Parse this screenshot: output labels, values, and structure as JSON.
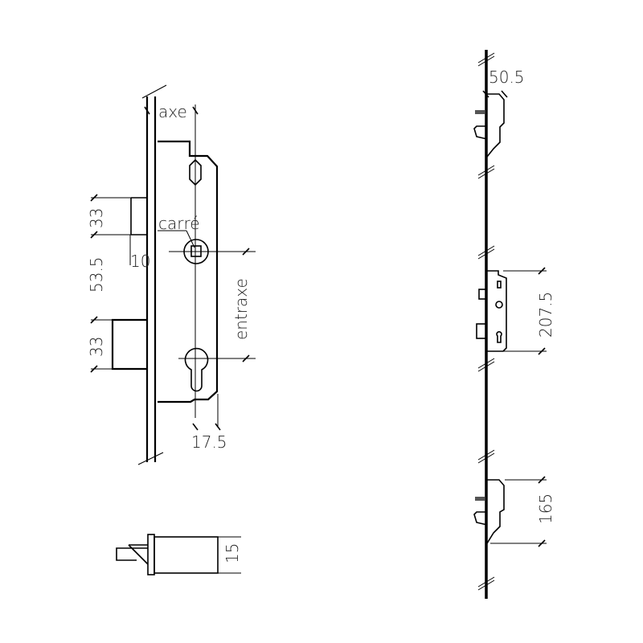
{
  "drawing": {
    "title": "Multipoint lock technical drawing",
    "front_view": {
      "labels": {
        "axe": "axe",
        "carre": "carré",
        "entraxe": "entraxe"
      },
      "dimensions": {
        "latch_height": "33",
        "latch_depth": "10",
        "latch_to_bolt": "53.5",
        "bolt_height": "33",
        "backset_offset": "17.5"
      }
    },
    "bolt_detail": {
      "dimensions": {
        "bolt_width": "15"
      }
    },
    "side_view": {
      "dimensions": {
        "top_hook_offset": "50.5",
        "gearbox_height": "207.5",
        "bottom_hook_height": "165"
      }
    },
    "colors": {
      "line": "#000000",
      "background": "#ffffff",
      "text": "#222222"
    }
  }
}
